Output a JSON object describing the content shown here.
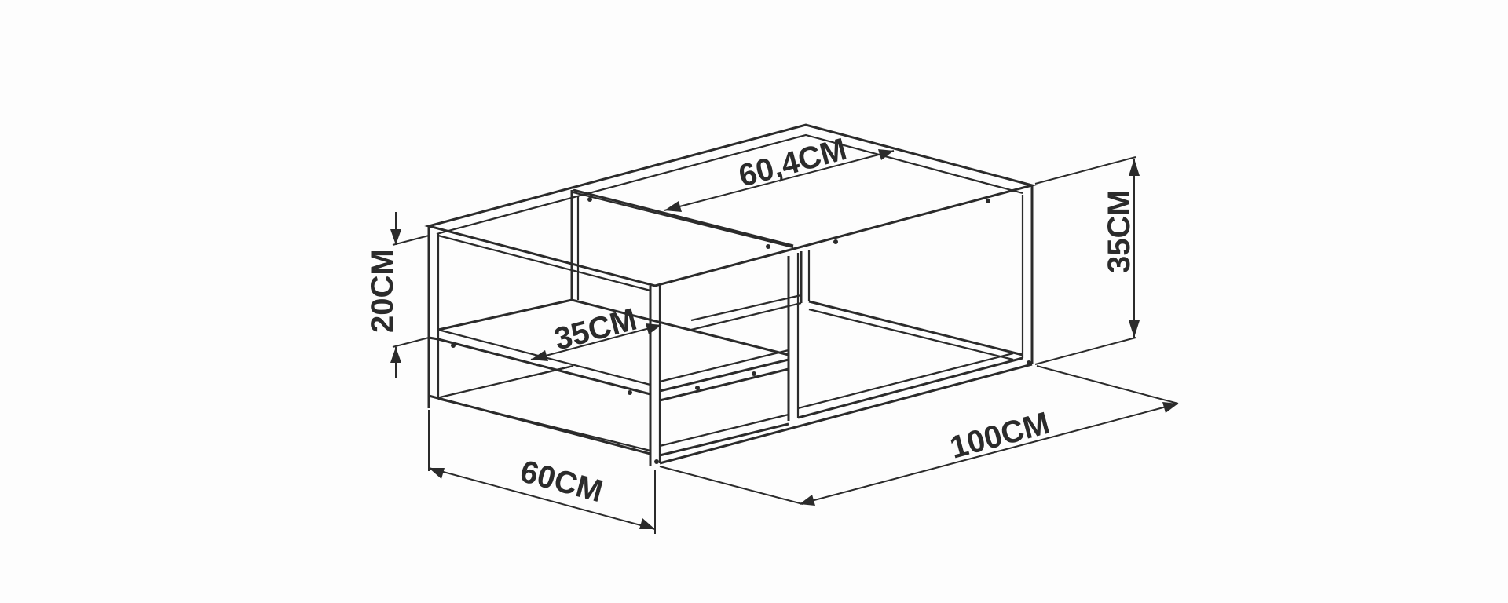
{
  "dimensions": {
    "top_depth": "60,4CM",
    "total_height": "35CM",
    "shelf_gap": "20CM",
    "inner_shelf_depth": "35CM",
    "depth": "60CM",
    "width": "100CM"
  }
}
